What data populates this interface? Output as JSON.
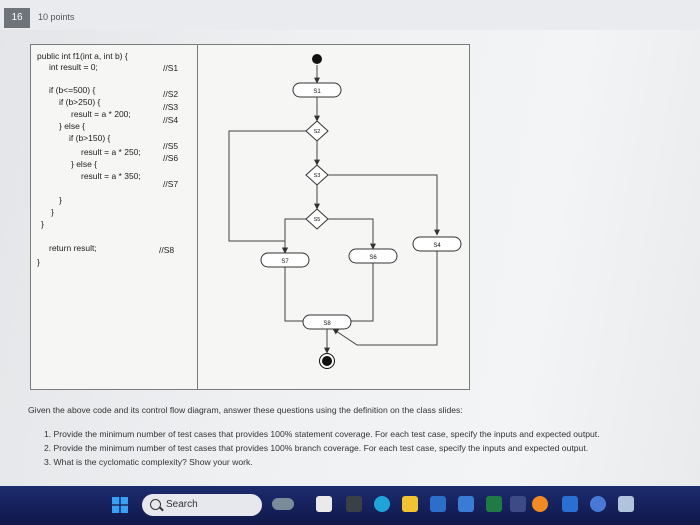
{
  "header": {
    "question_number": "16",
    "points": "10 points"
  },
  "code": {
    "signature": "public int f1(int a, int b) {",
    "lines": [
      {
        "text": "int result = 0;",
        "tag": "//S1"
      },
      {
        "text": "if (b<=500) {",
        "tag": "//S2"
      },
      {
        "text": "if (b>250) {",
        "tag": "//S3"
      },
      {
        "text": "result = a * 200;",
        "tag": "//S4"
      },
      {
        "text": "} else {",
        "tag": ""
      },
      {
        "text": "if (b>150) {",
        "tag": "//S5"
      },
      {
        "text": "result = a * 250;",
        "tag": "//S6"
      },
      {
        "text": "} else {",
        "tag": ""
      },
      {
        "text": "result = a * 350;",
        "tag": "//S7"
      },
      {
        "text": "}",
        "tag": ""
      },
      {
        "text": "}",
        "tag": ""
      },
      {
        "text": "}",
        "tag": ""
      },
      {
        "text": "return result;",
        "tag": "//S8"
      },
      {
        "text": "}",
        "tag": ""
      }
    ]
  },
  "cfg_nodes": {
    "s1": "S1",
    "s2": "S2",
    "s3": "S3",
    "s4": "S4",
    "s5": "S5",
    "s6": "S6",
    "s7": "S7",
    "s8": "S8"
  },
  "questions": {
    "intro": "Given the above code and its control flow diagram, answer these questions using the definition on the class slides:",
    "q1": "1. Provide the minimum number of test cases that provides 100% statement coverage. For each test case, specify the inputs and expected output.",
    "q2": "2. Provide the minimum number of test cases that provides 100% branch coverage. For each test case, specify the inputs and expected output.",
    "q3": "3. What is the cyclomatic complexity? Show your work."
  },
  "taskbar": {
    "search_label": "Search",
    "colors": {
      "background": "#15205a",
      "accent": "#0078d4"
    }
  }
}
